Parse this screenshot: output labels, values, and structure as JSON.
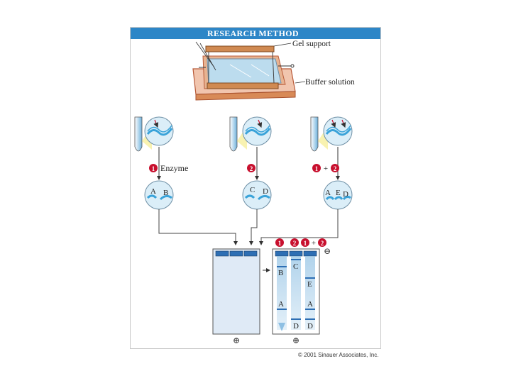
{
  "header": {
    "title": "RESEARCH METHOD"
  },
  "labels": {
    "gel_support": "Gel support",
    "buffer_solution": "Buffer solution"
  },
  "steps": [
    {
      "marker": "1",
      "label": "Enzyme"
    },
    {
      "marker": "2",
      "label": ""
    },
    {
      "marker": "1",
      "plus": "+",
      "marker2": "2",
      "label": ""
    }
  ],
  "fragments": {
    "enzyme1": [
      "A",
      "B"
    ],
    "enzyme2": [
      "C",
      "D"
    ],
    "both": [
      "A",
      "E",
      "D"
    ]
  },
  "gel": {
    "lane_headers": [
      "1",
      "2",
      "1",
      "2"
    ],
    "plus_sign": "+",
    "band_labels": [
      "B",
      "C",
      "E",
      "A",
      "A",
      "D",
      "D"
    ],
    "negative_electrode": "⊖",
    "positive_electrode_left": "⊕",
    "positive_electrode_right": "⊕"
  },
  "footer": {
    "copyright": "© 2001 Sinauer Associates, Inc."
  },
  "colors": {
    "header_blue": "#2d86c7",
    "dna_blue": "#3aa3d9",
    "marker_red": "#c8102e",
    "frame_orange": "#d88a57"
  }
}
